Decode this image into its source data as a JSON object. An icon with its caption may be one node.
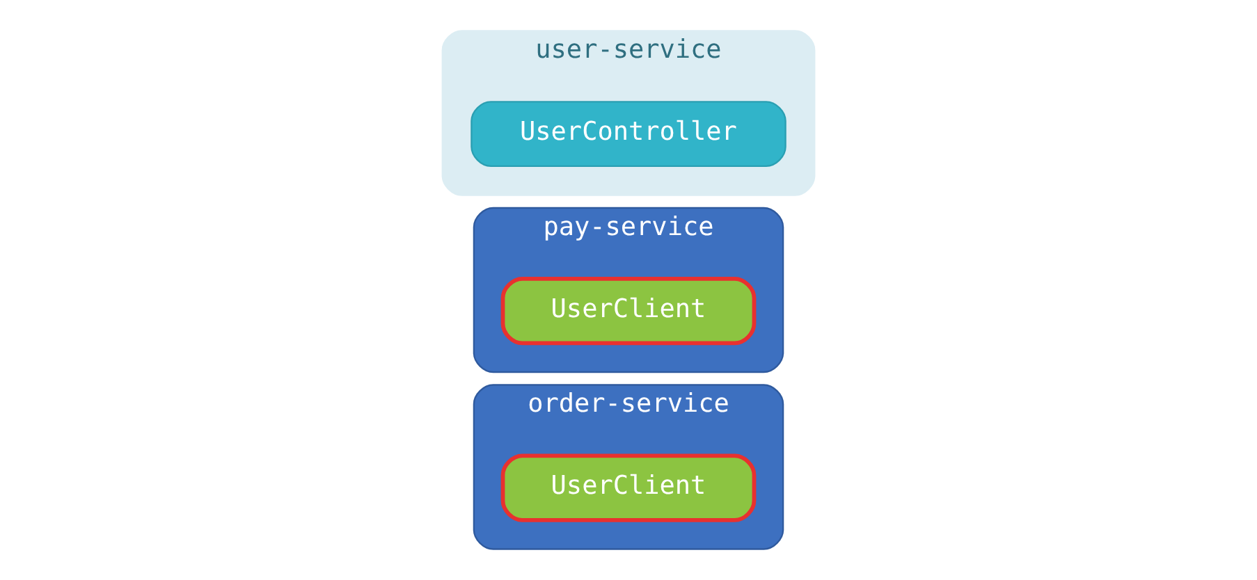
{
  "diagram": {
    "nodes": [
      {
        "text": [
          "order-service"
        ]
      },
      {
        "text": [
          "UserClient"
        ],
        "in": 0
      },
      {
        "text": [
          "pay-service"
        ]
      },
      {
        "text": [
          "UserClient"
        ],
        "in": 2
      },
      {
        "text": [
          "user-service"
        ]
      },
      {
        "text": [
          "UserController"
        ],
        "in": 4
      }
    ]
  }
}
